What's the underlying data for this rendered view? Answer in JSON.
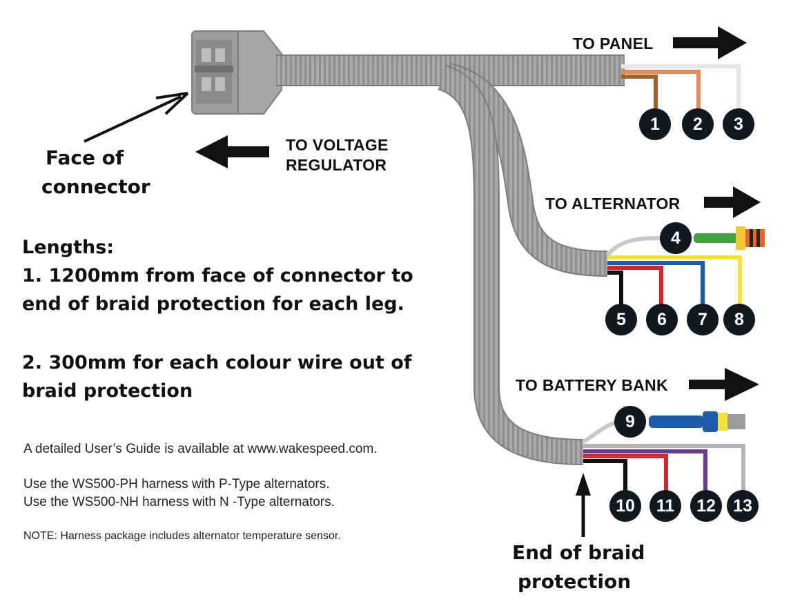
{
  "connector_label": [
    "Face of",
    "connector"
  ],
  "braid_end_label": [
    "End of braid",
    "protection"
  ],
  "destinations": {
    "voltage_regulator": [
      "TO VOLTAGE",
      "REGULATOR"
    ],
    "panel": "TO PANEL",
    "alternator": "TO ALTERNATOR",
    "battery_bank": "TO BATTERY BANK"
  },
  "lengths": {
    "heading": "Lengths:",
    "line1a": "1. 1200mm from face of connector to",
    "line1b": "end of braid protection for each leg.",
    "line2a": "2. 300mm for each colour wire out  of",
    "line2b": "braid protection"
  },
  "notes": {
    "guide": "A detailed User’s Guide is available at www.wakespeed.com.",
    "ph": "Use the WS500-PH harness with P-Type alternators.",
    "nh": "Use the WS500-NH harness with N -Type alternators.",
    "sensor": "NOTE: Harness package includes alternator temperature sensor."
  },
  "pins": [
    "1",
    "2",
    "3",
    "4",
    "5",
    "6",
    "7",
    "8",
    "9",
    "10",
    "11",
    "12",
    "13"
  ],
  "wire_colors": {
    "pin1": "#a0622a",
    "pin2": "#e8895a",
    "pin3": "#e6e6e6",
    "pin4": "#c8c8c8",
    "pin5": "#111111",
    "pin6": "#d8232a",
    "pin7": "#1e5ba8",
    "pin8": "#f1e23a",
    "pin9": "#c8c8c8",
    "pin10": "#111111",
    "pin11": "#d8232a",
    "pin12": "#6b3a96",
    "pin13": "#b4b4b4"
  }
}
